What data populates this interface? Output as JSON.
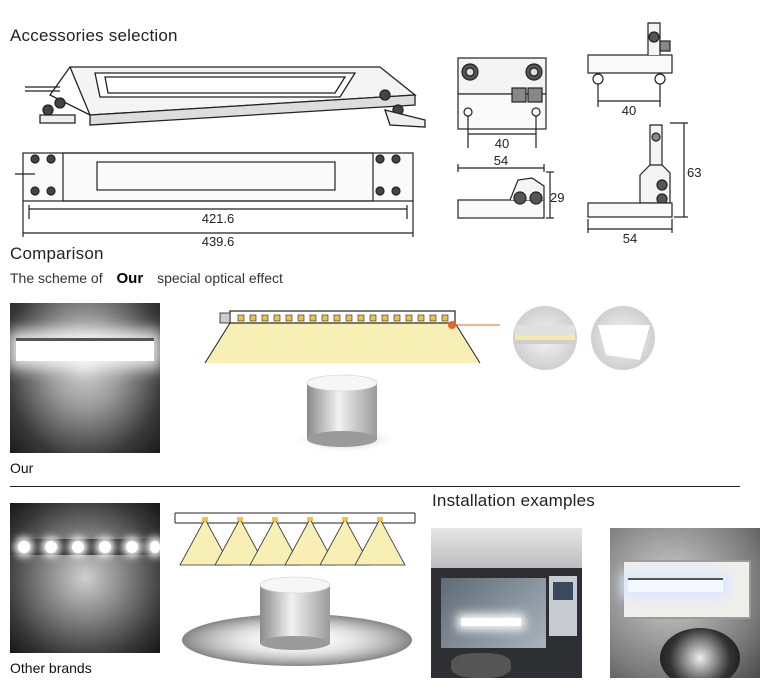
{
  "accessories": {
    "title": "Accessories selection",
    "dims": {
      "inner_length": "421.6",
      "outer_length": "439.6",
      "bracket_front_width": "40",
      "bracket_top_width": "54",
      "bracket_height_small": "29",
      "side_width": "40",
      "side_height": "63",
      "side_base_width": "54"
    }
  },
  "comparison": {
    "title": "Comparison",
    "scheme_prefix": "The scheme of",
    "scheme_highlight": "Our",
    "scheme_suffix": "special optical effect",
    "our_label": "Our",
    "other_label": "Other  brands"
  },
  "installation": {
    "title": "Installation examples"
  },
  "colors": {
    "accent_orange": "#e8642a",
    "light_cone": "#f7efb4",
    "line": "#222222"
  }
}
